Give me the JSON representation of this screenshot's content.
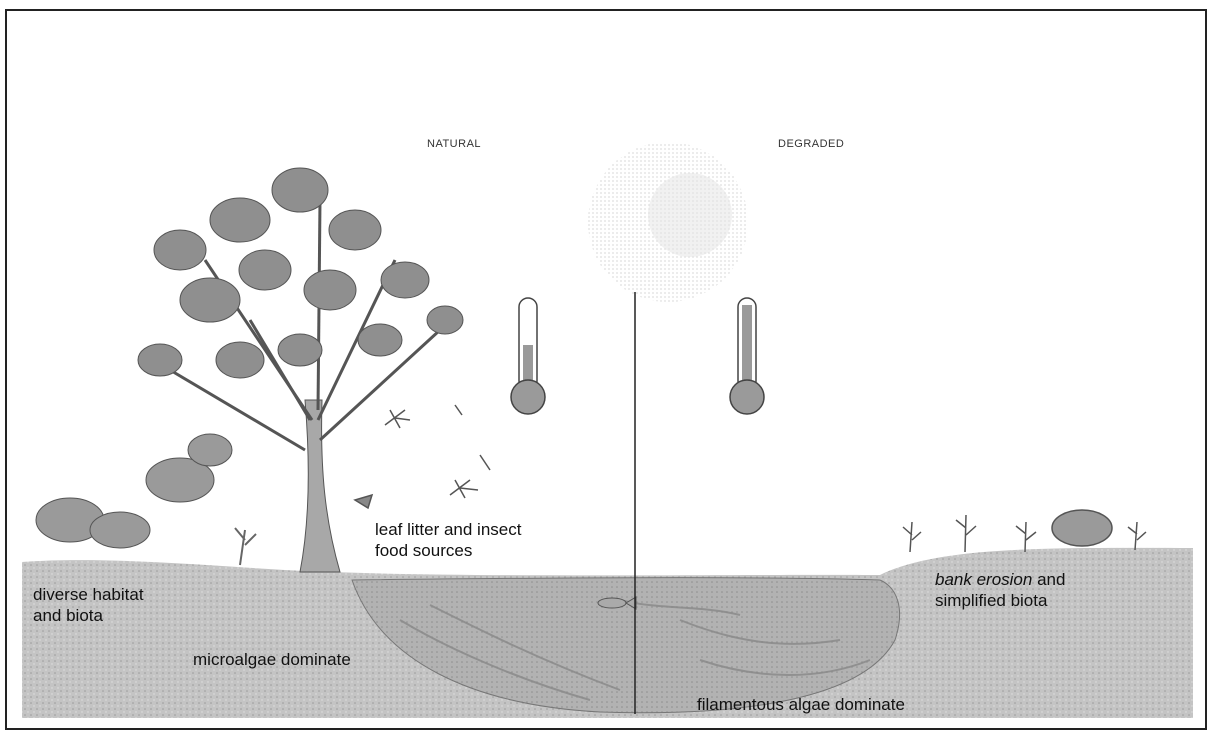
{
  "headings": {
    "left": "NATURAL",
    "right": "DEGRADED"
  },
  "labels": {
    "leaf_litter": "leaf litter and insect\nfood sources",
    "diverse_habitat": "diverse habitat\nand biota",
    "microalgae": "microalgae dominate",
    "bank_erosion_italic": "bank erosion",
    "bank_erosion_rest": " and\nsimplified biota",
    "filamentous": "filamentous algae dominate"
  },
  "colors": {
    "water": "#b4b4b4",
    "ground": "#c8c8c8",
    "foliage": "#8f8f8f",
    "trunk": "#a8a8a8",
    "mercury": "#9a9a9a",
    "sun": "#d6d6d6",
    "outline": "#222222"
  },
  "icons": [
    "tree-icon",
    "thermometer-icon",
    "sun-icon",
    "insect-icon",
    "shrub-icon",
    "fish-icon"
  ]
}
